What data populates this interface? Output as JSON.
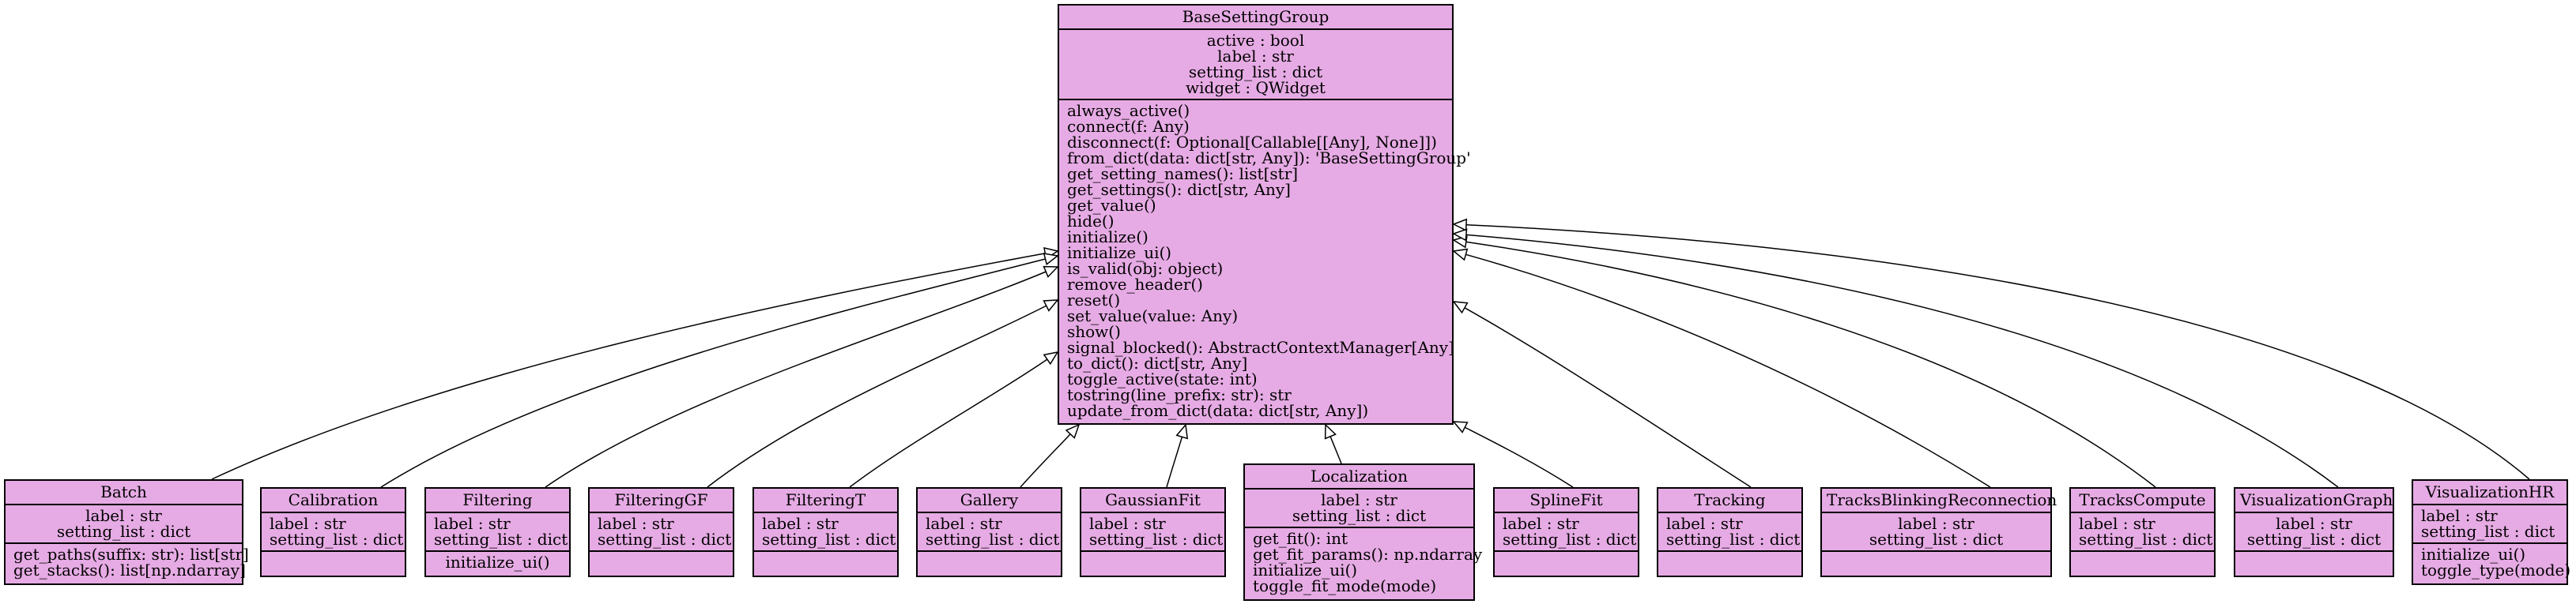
{
  "base": {
    "name": "BaseSettingGroup",
    "attributes": [
      "active : bool",
      "label : str",
      "setting_list : dict",
      "widget : QWidget"
    ],
    "methods": [
      "always_active()",
      "connect(f: Any)",
      "disconnect(f: Optional[Callable[[Any], None]])",
      "from_dict(data: dict[str, Any]): 'BaseSettingGroup'",
      "get_setting_names(): list[str]",
      "get_settings(): dict[str, Any]",
      "get_value()",
      "hide()",
      "initialize()",
      "initialize_ui()",
      "is_valid(obj: object)",
      "remove_header()",
      "reset()",
      "set_value(value: Any)",
      "show()",
      "signal_blocked(): AbstractContextManager[Any]",
      "to_dict(): dict[str, Any]",
      "toggle_active(state: int)",
      "tostring(line_prefix: str): str",
      "update_from_dict(data: dict[str, Any])"
    ]
  },
  "classes": [
    {
      "name": "Batch",
      "attributes": [
        "label : str",
        "setting_list : dict"
      ],
      "methods": [
        "get_paths(suffix: str): list[str]",
        "get_stacks(): list[np.ndarray]"
      ]
    },
    {
      "name": "Calibration",
      "attributes": [
        "label : str",
        "setting_list : dict"
      ],
      "methods": []
    },
    {
      "name": "Filtering",
      "attributes": [
        "label : str",
        "setting_list : dict"
      ],
      "methods": [
        "initialize_ui()"
      ]
    },
    {
      "name": "FilteringGF",
      "attributes": [
        "label : str",
        "setting_list : dict"
      ],
      "methods": []
    },
    {
      "name": "FilteringT",
      "attributes": [
        "label : str",
        "setting_list : dict"
      ],
      "methods": []
    },
    {
      "name": "Gallery",
      "attributes": [
        "label : str",
        "setting_list : dict"
      ],
      "methods": []
    },
    {
      "name": "GaussianFit",
      "attributes": [
        "label : str",
        "setting_list : dict"
      ],
      "methods": []
    },
    {
      "name": "Localization",
      "attributes": [
        "label : str",
        "setting_list : dict"
      ],
      "methods": [
        "get_fit(): int",
        "get_fit_params(): np.ndarray",
        "initialize_ui()",
        "toggle_fit_mode(mode)"
      ]
    },
    {
      "name": "SplineFit",
      "attributes": [
        "label : str",
        "setting_list : dict"
      ],
      "methods": []
    },
    {
      "name": "Tracking",
      "attributes": [
        "label : str",
        "setting_list : dict"
      ],
      "methods": []
    },
    {
      "name": "TracksBlinkingReconnection",
      "attributes": [
        "label : str",
        "setting_list : dict"
      ],
      "methods": []
    },
    {
      "name": "TracksCompute",
      "attributes": [
        "label : str",
        "setting_list : dict"
      ],
      "methods": []
    },
    {
      "name": "VisualizationGraph",
      "attributes": [
        "label : str",
        "setting_list : dict"
      ],
      "methods": []
    },
    {
      "name": "VisualizationHR",
      "attributes": [
        "label : str",
        "setting_list : dict"
      ],
      "methods": [
        "initialize_ui()",
        "toggle_type(mode)"
      ]
    }
  ]
}
